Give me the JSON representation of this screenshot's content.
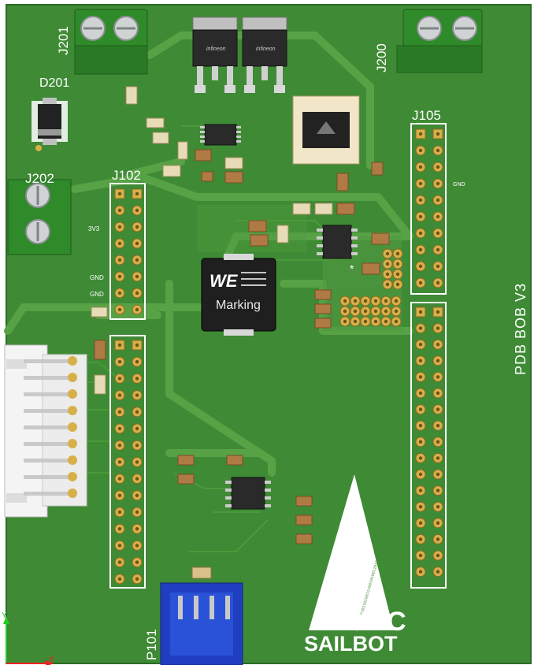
{
  "view": {
    "background": "#ffffff"
  },
  "board": {
    "colors": {
      "pcb": "#3f8a35",
      "trace": "#5aa047",
      "silk": "#ffffff",
      "pad": "#d8b04a",
      "connector_green": "#2f8a2a",
      "connector_blue": "#1f3fc0"
    },
    "version_text": "PDB BOB V3",
    "logo": {
      "line1": "UBC",
      "line2": "SAILBOT",
      "binary_text": "0101101001110010100110101100111001011010011100101001"
    }
  },
  "labels": {
    "j201": "J201",
    "j200": "J200",
    "j202": "J202",
    "d201": "D201",
    "j102": "J102",
    "j105": "J105",
    "p101": "P101",
    "pin_3v3": "3V3",
    "pin_gnd_1": "GND",
    "pin_gnd_2": "GND",
    "pin_gnd_j105": "GND",
    "inductor_marking": "Marking",
    "mosfet_brand": "infineon",
    "star": "*"
  },
  "axes": {
    "x": "X",
    "y": "Y"
  }
}
